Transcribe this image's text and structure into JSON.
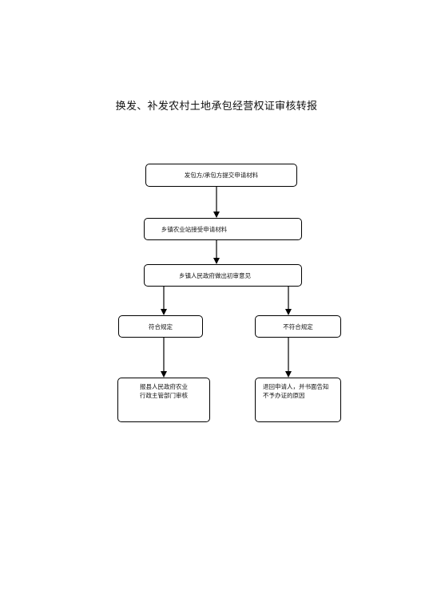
{
  "title": "换发、补发农村土地承包经营权证审核转报",
  "nodes": {
    "submit": "发包方/承包方提交申请材料",
    "receive": "乡镇农业站接受申请材料",
    "preliminary": "乡镇人民政府做出初审意见",
    "compliant": "符合规定",
    "noncompliant": "不符合规定",
    "report_lines": [
      "报县人民政府农业",
      "行政主管部门审核"
    ],
    "return_lines": [
      "退回申请人，并书面告知",
      "不予办证的原因"
    ]
  }
}
